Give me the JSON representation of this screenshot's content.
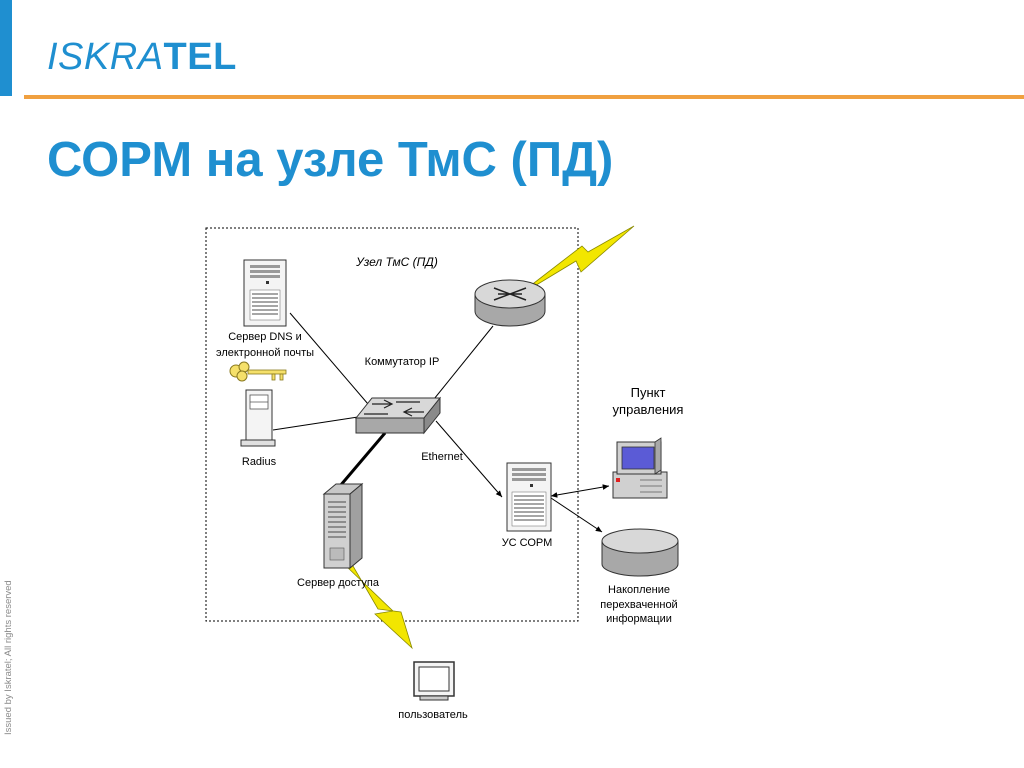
{
  "header": {
    "logo_part1": "ISKRA",
    "logo_part2": "TEL",
    "title": "СОРМ на узле ТмС (ПД)",
    "side_note": "Issued by Iskratel; All rights reserved"
  },
  "diagram": {
    "node_label": "Узел ТмС (ПД)",
    "dns_server": [
      "Сервер DNS и",
      "электронной почты"
    ],
    "ip_switch": "Коммутатор IP",
    "radius": "Radius",
    "ethernet": "Ethernet",
    "access_server": "Сервер доступа",
    "sorm_device": "УС СОРМ",
    "control_point": [
      "Пункт",
      "управления"
    ],
    "storage": [
      "Накопление",
      "перехваченной",
      "информации"
    ],
    "user": "пользователь"
  },
  "colors": {
    "brand_blue": "#1f8fd0",
    "orange_rule": "#f0a040",
    "lightning_yellow": "#f2e600",
    "key_yellow": "#f5e06a",
    "monitor_screen": "#5b5bd6"
  }
}
